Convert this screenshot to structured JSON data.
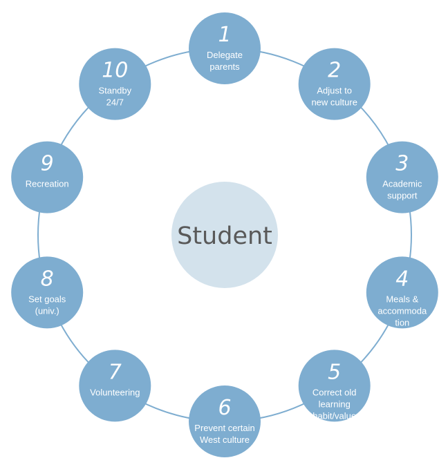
{
  "diagram": {
    "center": {
      "label": "Student"
    },
    "nodes": [
      {
        "number": "1",
        "lines": [
          "Delegate",
          "parents"
        ]
      },
      {
        "number": "2",
        "lines": [
          "Adjust to",
          "new culture"
        ]
      },
      {
        "number": "3",
        "lines": [
          "Academic",
          "support"
        ]
      },
      {
        "number": "4",
        "lines": [
          "Meals &",
          "accommoda",
          "tion"
        ]
      },
      {
        "number": "5",
        "lines": [
          "Correct old",
          "learning",
          "habit/value"
        ]
      },
      {
        "number": "6",
        "lines": [
          "Prevent certain",
          "West culture"
        ]
      },
      {
        "number": "7",
        "lines": [
          "Volunteering"
        ]
      },
      {
        "number": "8",
        "lines": [
          "Set goals",
          "(univ.)"
        ]
      },
      {
        "number": "9",
        "lines": [
          "Recreation"
        ]
      },
      {
        "number": "10",
        "lines": [
          "Standby",
          "24/7"
        ]
      }
    ]
  },
  "colors": {
    "node_fill": "#7eadd0",
    "ring_stroke": "#7eadd0",
    "center_fill": "#d3e2ec",
    "center_text": "#595959",
    "node_text": "#ffffff"
  }
}
